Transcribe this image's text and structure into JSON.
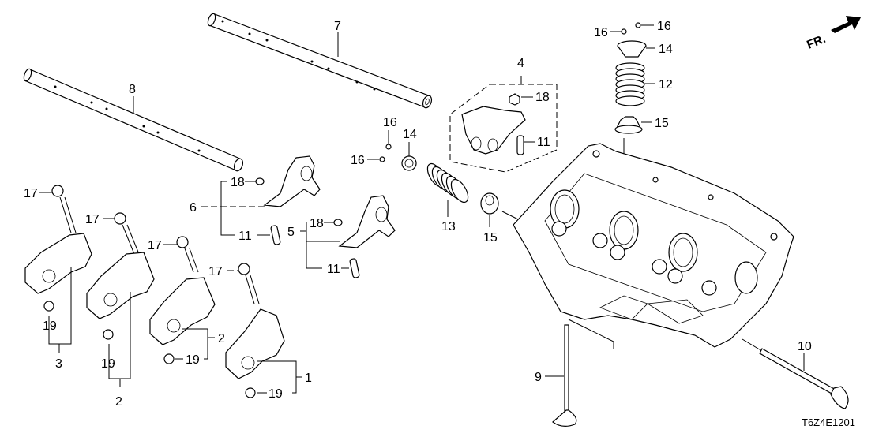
{
  "diagram": {
    "diagram_code": "T6Z4E1201",
    "front_indicator": {
      "label": "FR.",
      "icon": "front-direction-arrow-icon"
    },
    "callouts": {
      "c1": "1",
      "c2a": "2",
      "c2b": "2",
      "c3": "3",
      "c4": "4",
      "c5": "5",
      "c6": "6",
      "c7": "7",
      "c8": "8",
      "c9": "9",
      "c10": "10",
      "c11a": "11",
      "c11b": "11",
      "c11c": "11",
      "c12": "12",
      "c13": "13",
      "c14a": "14",
      "c14b": "14",
      "c15a": "15",
      "c15b": "15",
      "c16a": "16",
      "c16b": "16",
      "c16c": "16",
      "c16d": "16",
      "c17a": "17",
      "c17b": "17",
      "c17c": "17",
      "c17d": "17",
      "c18a": "18",
      "c18b": "18",
      "c18c": "18",
      "c19a": "19",
      "c19b": "19",
      "c19c": "19",
      "c19d": "19"
    }
  }
}
